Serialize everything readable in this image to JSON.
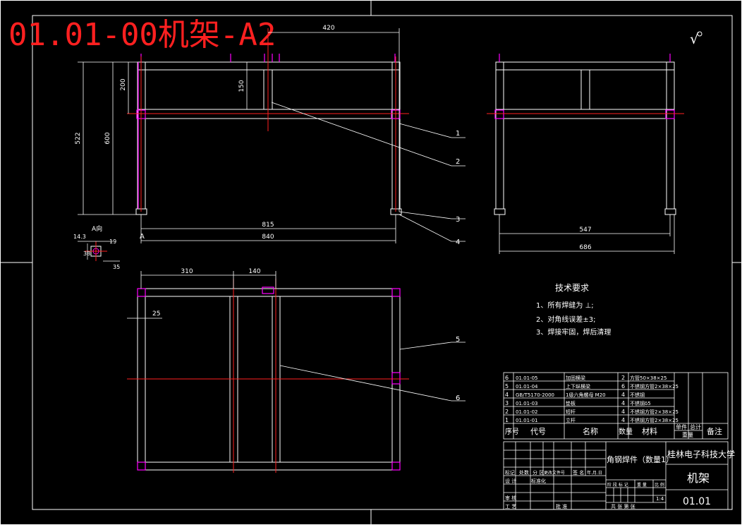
{
  "drawing": {
    "title": "01.01-00机架-A2",
    "roughness_symbol": "√"
  },
  "front_view": {
    "dims": {
      "top": "420",
      "overall_height": "522",
      "height_600": "600",
      "d200": "200",
      "d150": "150",
      "d815": "815",
      "d840": "840"
    },
    "section_label": "A",
    "balloons": [
      "1",
      "2",
      "3",
      "4"
    ]
  },
  "detail_a": {
    "title": "A向",
    "dims": {
      "d14": "14.3",
      "d19": "19",
      "d38": "38",
      "d35": "35"
    }
  },
  "side_view": {
    "dims": {
      "d547": "547",
      "d686": "686"
    }
  },
  "top_view": {
    "dims": {
      "d310": "310",
      "d140": "140",
      "d25": "25"
    },
    "balloons": [
      "5",
      "6"
    ]
  },
  "notes": {
    "heading": "技术要求",
    "items": [
      "1、所有焊缝为  ⊥;",
      "2、对角线误差±3;",
      "3、焊接牢固，焊后清理"
    ]
  },
  "bom": {
    "rows": [
      [
        "6",
        "01.01-05",
        "加固横梁",
        "2",
        "方管50×38×25"
      ],
      [
        "5",
        "01.01-04",
        "上下纵横梁",
        "6",
        "不锈钢方管2×38×25"
      ],
      [
        "4",
        "GB/T5170-2000",
        "1级六角螺母 M20",
        "4",
        "不锈钢"
      ],
      [
        "3",
        "01.01-03",
        "垫板",
        "4",
        "不锈钢δ5"
      ],
      [
        "2",
        "01.01-02",
        "短杆",
        "4",
        "不锈钢方管2×38×25"
      ],
      [
        "1",
        "01.01-01",
        "立杆",
        "4",
        "不锈钢方管2×38×25"
      ]
    ],
    "header": [
      "序号",
      "代号",
      "名称",
      "数量",
      "材料",
      "单件",
      "总计",
      "重量",
      "备注"
    ]
  },
  "title_block": {
    "material": "角钢焊件（数量1）",
    "university": "桂林电子科技大学",
    "part_name": "机架",
    "drawing_no": "01.01",
    "scale": "1:4",
    "labels": {
      "mark": "标记",
      "count": "处数",
      "zone": "分 区",
      "change_doc": "更改文件号",
      "sign": "签 名",
      "date": "年.月.日",
      "design": "设 计",
      "std": "标准化",
      "check": "审 核",
      "process": "工 艺",
      "approve": "批 准",
      "stage": "阶 段 标 记",
      "weight": "重 量",
      "ratio": "比 例",
      "sheets": "共    张  第    张"
    }
  }
}
